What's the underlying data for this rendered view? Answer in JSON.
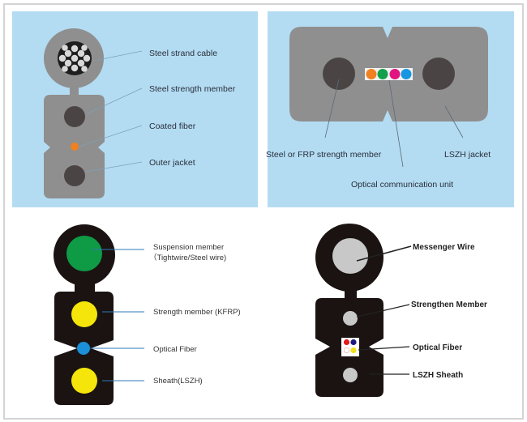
{
  "panels": {
    "top_left": {
      "labels": [
        "Steel strand cable",
        "Steel strength member",
        "Coated fiber",
        "Outer jacket"
      ]
    },
    "top_right": {
      "labels": [
        "Steel or FRP strength member",
        "LSZH jacket",
        "Optical communication unit"
      ]
    },
    "bottom_left": {
      "labels": [
        "Suspension member",
        "（Tightwire/Steel wire)",
        "Strength member (KFRP)",
        "Optical  Fiber",
        "Sheath(LSZH)"
      ]
    },
    "bottom_right": {
      "labels": [
        "Messenger Wire",
        "Strengthen Member",
        "Optical Fiber",
        "LSZH Sheath"
      ]
    }
  },
  "colors": {
    "panel_bg": "#b3dcf3",
    "gray_jacket": "#8f8f8f",
    "dark_member": "#4a4544",
    "black_jacket": "#1a1311",
    "fiber_orange": "#f08020",
    "fiber_green": "#14a04a",
    "fiber_magenta": "#e0157f",
    "fiber_blue": "#1996e0",
    "suspension_green": "#0f9a45",
    "kfrp_yellow": "#f5e50a",
    "optical_blue": "#1b8fd8",
    "wire_gray": "#c8c8c8"
  }
}
